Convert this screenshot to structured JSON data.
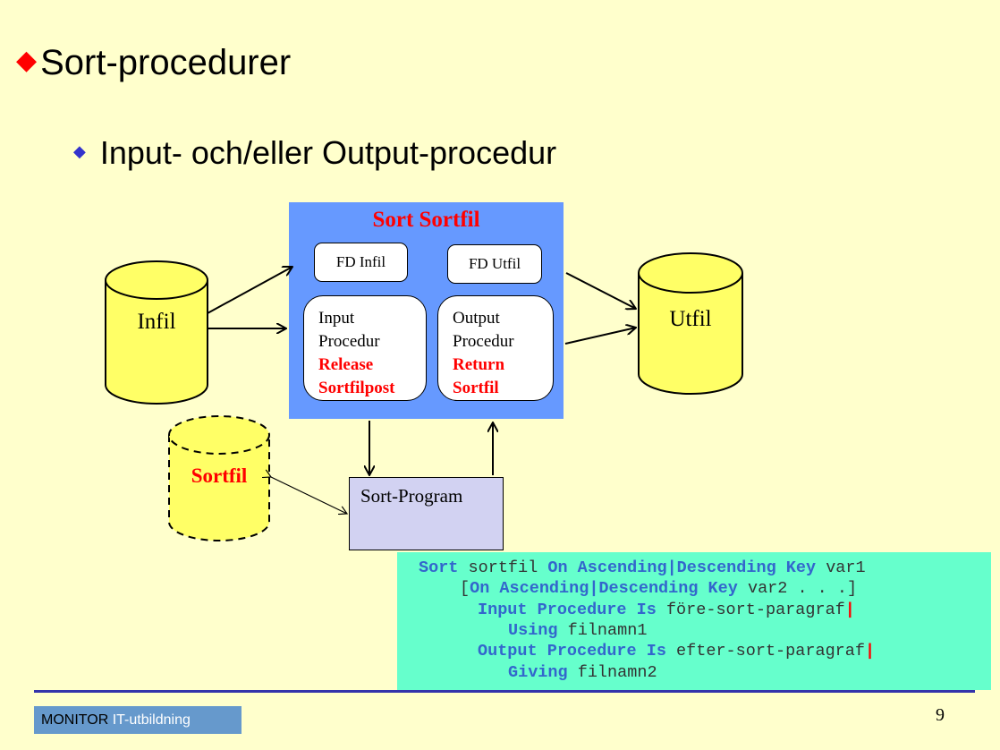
{
  "slide": {
    "title": "Sort-procedurer",
    "bullet": "Input- och/eller Output-procedur",
    "page_number": "9"
  },
  "diagram": {
    "sort_title": "Sort Sortfil",
    "fd_infil": "FD Infil",
    "fd_utfil": "FD Utfil",
    "input_proc": {
      "line1": "Input",
      "line2": "Procedur",
      "line3": "Release",
      "line4": "Sortfilpost"
    },
    "output_proc": {
      "line1": "Output",
      "line2": "Procedur",
      "line3": "Return",
      "line4": "Sortfil"
    },
    "infil": "Infil",
    "utfil": "Utfil",
    "sortfil": "Sortfil",
    "sort_program": "Sort-Program"
  },
  "code": {
    "l1_kw1": "Sort",
    "l1_t1": " sortfil ",
    "l1_kw2": "On Ascending|Descending Key",
    "l1_t2": " var1",
    "l2_t1": "[",
    "l2_kw1": "On Ascending|Descending Key",
    "l2_t2": " var2 . . .]",
    "l3_kw1": "Input Procedure Is",
    "l3_t1": " före-sort-paragraf",
    "l3_pipe": "|",
    "l4_kw1": "Using",
    "l4_t1": " filnamn1",
    "l5_kw1": "Output Procedure Is",
    "l5_t1": " efter-sort-paragraf",
    "l5_pipe": "|",
    "l6_kw1": "Giving",
    "l6_t1": " filnamn2"
  },
  "footer": {
    "brand": "MONITOR",
    "suffix": " IT-utbildning"
  },
  "colors": {
    "background": "#ffffcc",
    "sort_box": "#6699ff",
    "cylinder": "#ffff66",
    "sort_program": "#d2d2f2",
    "code_box": "#66ffcc",
    "keyword": "#3366cc",
    "accent_red": "#ff0000"
  }
}
